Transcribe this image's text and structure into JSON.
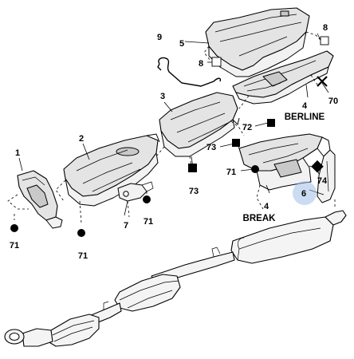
{
  "diagram": {
    "labels": {
      "p1": "1",
      "p2": "2",
      "p3": "3",
      "p4a": "4",
      "p4b": "4",
      "p5": "5",
      "p6": "6",
      "p7": "7",
      "p8a": "8",
      "p8b": "8",
      "p9": "9",
      "p70": "70",
      "p71a": "71",
      "p71b": "71",
      "p71c": "71",
      "p71d": "71",
      "p72": "72",
      "p73a": "73",
      "p73b": "73",
      "p74": "74",
      "berline": "BERLINE",
      "break": "BREAK"
    },
    "colors": {
      "highlight": "#9fbde8",
      "line": "#000000",
      "part_fill": "#e4e4e4"
    }
  }
}
